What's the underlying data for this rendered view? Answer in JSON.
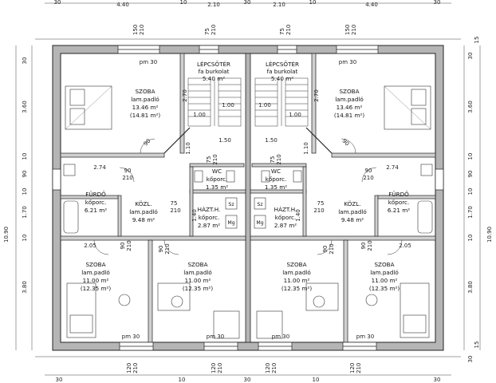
{
  "dims_top": [
    "30",
    "4.40",
    "10",
    "2.10",
    "30",
    "2.10",
    "10",
    "4.40",
    "30"
  ],
  "dims_bottom": [
    "30",
    "10",
    "30",
    "10",
    "30"
  ],
  "dims_left": [
    "30",
    "3.60",
    "10",
    "90",
    "10",
    "1.70",
    "10",
    "3.80"
  ],
  "dims_right": [
    "30",
    "15",
    "3.60",
    "10",
    "90",
    "10",
    "1.70",
    "10",
    "3.80",
    "15",
    "30"
  ],
  "total_height": "10.90",
  "win_openings": [
    "150",
    "210",
    "120",
    "210",
    "90",
    "210",
    "75",
    "210"
  ],
  "parapet": "pm 30",
  "rooms": {
    "szoba_big_l": {
      "name": "SZOBA",
      "floor": "lam.padló",
      "area": "13.46 m²",
      "area2": "(14.81 m²)"
    },
    "szoba_big_r": {
      "name": "SZOBA",
      "floor": "lam.padló",
      "area": "13.46 m²",
      "area2": "(14.81 m²)"
    },
    "lepcso_l": {
      "name": "LÉPCSŐTÉR",
      "floor": "fa burkolat",
      "area": "5.40 m²"
    },
    "lepcso_r": {
      "name": "LÉPCSŐTÉR",
      "floor": "fa burkolat",
      "area": "5.40 m²"
    },
    "wc_l": {
      "name": "WC",
      "floor": "kőporc.",
      "area": "1.35 m²"
    },
    "wc_r": {
      "name": "WC",
      "floor": "kőporc.",
      "area": "1.35 m²"
    },
    "furdo_l": {
      "name": "FÜRDŐ",
      "floor": "kőporc.",
      "area": "6.21 m²"
    },
    "furdo_r": {
      "name": "FÜRDŐ",
      "floor": "kőporc.",
      "area": "6.21 m²"
    },
    "kozl_l": {
      "name": "KÖZL.",
      "floor": "lam.padló",
      "area": "9.48 m²"
    },
    "kozl_r": {
      "name": "KÖZL.",
      "floor": "lam.padló",
      "area": "9.48 m²"
    },
    "hazt_l": {
      "name": "HÁZT.H.",
      "floor": "kőporc.",
      "area": "2.87 m²"
    },
    "hazt_r": {
      "name": "HÁZT.H.",
      "floor": "kőporc.",
      "area": "2.87 m²"
    },
    "szoba_s1": {
      "name": "SZOBA",
      "floor": "lam.padló",
      "area": "11.00 m²",
      "area2": "(12.35 m²)"
    },
    "szoba_s2": {
      "name": "SZOBA",
      "floor": "lam.padló",
      "area": "11.00 m²",
      "area2": "(12.35 m²)"
    },
    "szoba_s3": {
      "name": "SZOBA",
      "floor": "lam.padló",
      "area": "11.00 m²",
      "area2": "(12.35 m²)"
    },
    "szoba_s4": {
      "name": "SZOBA",
      "floor": "lam.padló",
      "area": "11.00 m²",
      "area2": "(12.35 m²)"
    }
  },
  "inner_dims": {
    "w274": "2.74",
    "w205": "2.05",
    "w150": "1.50",
    "w100": "1.00",
    "h270": "2.70",
    "h110": "1.10",
    "h140": "1.40",
    "d90": "90",
    "d210": "210",
    "d75": "75",
    "d10": "10"
  },
  "marks": {
    "sz": "Sz",
    "mg": "Mg"
  }
}
